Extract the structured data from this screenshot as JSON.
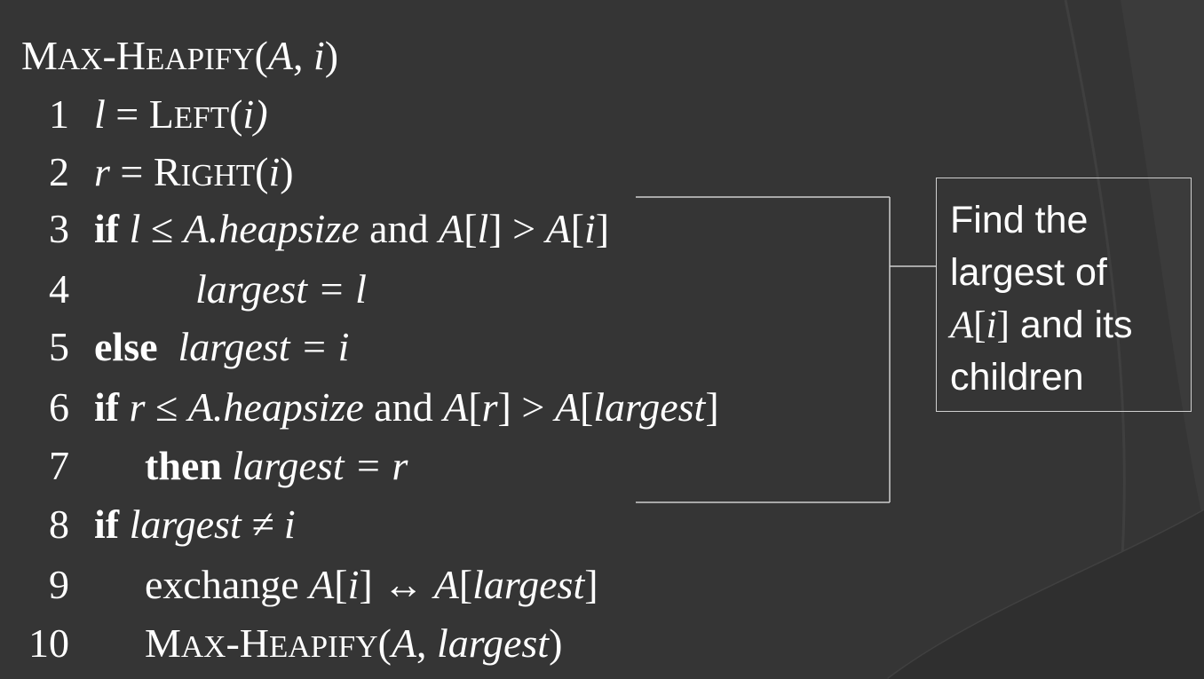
{
  "title": {
    "name_small_caps": [
      [
        "M",
        "AX"
      ],
      [
        "-",
        ""
      ],
      [
        "H",
        "EAPIFY"
      ]
    ],
    "args_open": "(",
    "arg1": "A",
    "sep": ", ",
    "arg2": "i",
    "args_close": ")"
  },
  "lines": [
    {
      "num": "1",
      "var": "l",
      "eq": " = ",
      "fn_first": "L",
      "fn_rest": "EFT",
      "open": "(",
      "arg": "i",
      "close": ")"
    },
    {
      "num": "2",
      "var": "r",
      "eq": " = ",
      "fn_first": "R",
      "fn_rest": "IGHT",
      "open": "(",
      "arg": "i",
      "close": ")"
    },
    {
      "num": "3",
      "kw": "if",
      "cond_var": "l",
      "leq": " ≤ ",
      "heap": "A.heapsize",
      "and": " and ",
      "a": "A",
      "lb": "[",
      "idx": "l",
      "rb": "]",
      "gt": " > ",
      "a2": "A",
      "lb2": "[",
      "idx2": "i",
      "rb2": "]"
    },
    {
      "num": "4",
      "text": "largest = l"
    },
    {
      "num": "5",
      "kw": "else",
      "text": "largest = i"
    },
    {
      "num": "6",
      "kw": "if",
      "cond_var": "r",
      "leq": " ≤ ",
      "heap": "A.heapsize",
      "and": " and ",
      "a": "A",
      "lb": "[",
      "idx": "r",
      "rb": "]",
      "gt": " > ",
      "a2": "A",
      "lb2": "[",
      "idx2": "largest",
      "rb2": "]"
    },
    {
      "num": "7",
      "kw": "then",
      "text": "largest = r"
    },
    {
      "num": "8",
      "kw": "if",
      "text": "largest ≠ i"
    },
    {
      "num": "9",
      "word": "exchange ",
      "a": "A",
      "lb": "[",
      "idx": "i",
      "rb": "]",
      "arrow": " ↔ ",
      "a2": "A",
      "lb2": "[",
      "idx2": "largest",
      "rb2": "]"
    },
    {
      "num": "10",
      "fn_first1": "M",
      "fn_rest1": "AX",
      "dash": "-",
      "fn_first2": "H",
      "fn_rest2": "EAPIFY",
      "open": "(",
      "arg1": "A",
      "sep": ", ",
      "arg2": "largest",
      "close": ")"
    }
  ],
  "note": {
    "line1": "Find the",
    "line2": "largest of",
    "line3_a": "A",
    "line3_b": "[",
    "line3_c": "i",
    "line3_d": "]",
    "line3_rest": " and its",
    "line4": "children"
  },
  "colors": {
    "background": "#353535",
    "ring": "#3f3f3f",
    "text": "#ffffff",
    "box_border": "#cfcfcf"
  }
}
